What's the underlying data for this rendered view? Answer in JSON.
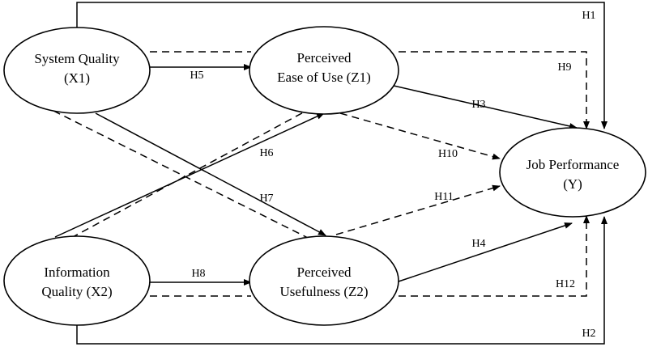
{
  "nodes": {
    "x1": {
      "line1": "System Quality",
      "line2": "(X1)"
    },
    "z1": {
      "line1": "Perceived",
      "line2": "Ease of Use (Z1)"
    },
    "y": {
      "line1": "Job Performance",
      "line2": "(Y)"
    },
    "x2": {
      "line1": "Information",
      "line2": "Quality (X2)"
    },
    "z2": {
      "line1": "Perceived",
      "line2": "Usefulness (Z2)"
    }
  },
  "edges": {
    "h1": {
      "label": "H1",
      "from": "System Quality (X1)",
      "to": "Job Performance (Y)",
      "style": "solid"
    },
    "h2": {
      "label": "H2",
      "from": "Information Quality (X2)",
      "to": "Job Performance (Y)",
      "style": "solid"
    },
    "h3": {
      "label": "H3",
      "from": "Perceived Ease of Use (Z1)",
      "to": "Job Performance (Y)",
      "style": "solid"
    },
    "h4": {
      "label": "H4",
      "from": "Perceived Usefulness (Z2)",
      "to": "Job Performance (Y)",
      "style": "solid"
    },
    "h5": {
      "label": "H5",
      "from": "System Quality (X1)",
      "to": "Perceived Ease of Use (Z1)",
      "style": "solid"
    },
    "h6": {
      "label": "H6",
      "from": "Information Quality (X2)",
      "to": "Perceived Ease of Use (Z1)",
      "style": "solid"
    },
    "h7": {
      "label": "H7",
      "from": "System Quality (X1)",
      "to": "Perceived Usefulness (Z2)",
      "style": "solid"
    },
    "h8": {
      "label": "H8",
      "from": "Information Quality (X2)",
      "to": "Perceived Usefulness (Z2)",
      "style": "solid"
    },
    "h9": {
      "label": "H9",
      "from": "System Quality (X1)",
      "to": "Job Performance (Y)",
      "style": "dashed"
    },
    "h10": {
      "label": "H10",
      "from": "Perceived Ease of Use (Z1)",
      "to": "Job Performance (Y)",
      "style": "dashed"
    },
    "h11": {
      "label": "H11",
      "from": "Perceived Usefulness (Z2)",
      "to": "Job Performance (Y)",
      "style": "dashed"
    },
    "h12": {
      "label": "H12",
      "from": "Information Quality (X2)",
      "to": "Job Performance (Y)",
      "style": "dashed"
    }
  }
}
